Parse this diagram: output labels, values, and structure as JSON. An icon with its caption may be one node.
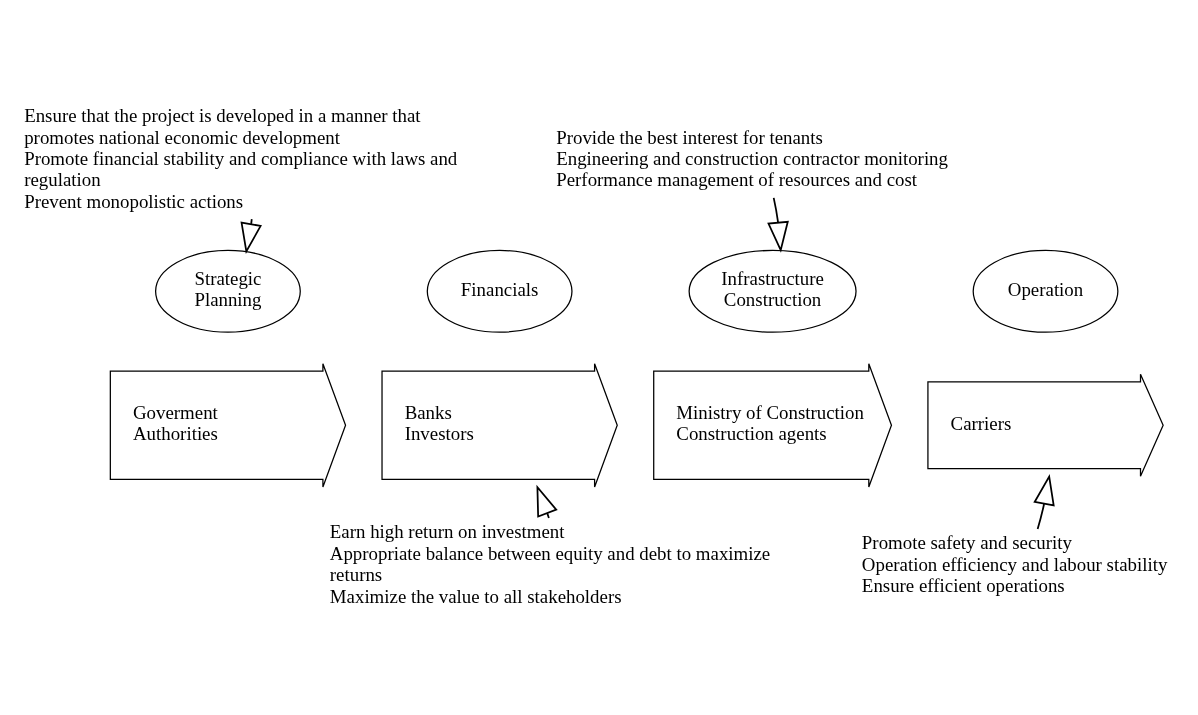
{
  "diagram": {
    "nodes": [
      {
        "text": [
          "Ensure that the project is developed in a manner that promotes national economic development",
          "Promote financial stability and compliance with laws and regulation",
          "Prevent monopolistic actions"
        ]
      },
      {
        "text": [
          "Provide the best interest for tenants",
          "Engineering and construction contractor monitoring",
          "Performance management of resources and cost"
        ]
      },
      {
        "text": [
          "Strategic Planning"
        ]
      },
      {
        "text": [
          "Financials"
        ]
      },
      {
        "text": [
          "Infrastructure Construction"
        ]
      },
      {
        "text": [
          "Operation"
        ]
      },
      {
        "text": [
          "Goverment",
          "Authorities"
        ]
      },
      {
        "text": [
          "Banks",
          "Investors"
        ]
      },
      {
        "text": [
          "Ministry of Construction",
          "Construction agents"
        ]
      },
      {
        "text": [
          "Carriers"
        ]
      },
      {
        "text": [
          "Earn high return on investment",
          "Appropriate balance between equity and debt to maximize returns",
          "Maximize the value to all stakeholders"
        ]
      },
      {
        "text": [
          "Promote safety and security",
          "Operation efficiency and labour stability",
          "Ensure efficient operations"
        ]
      }
    ],
    "edges": [
      {
        "from": 0,
        "to": 2,
        "arrow": "to"
      },
      {
        "from": 1,
        "to": 4,
        "arrow": "to"
      },
      {
        "from": 10,
        "to": 7,
        "arrow": "to"
      },
      {
        "from": 11,
        "to": 9,
        "arrow": "to"
      }
    ]
  }
}
